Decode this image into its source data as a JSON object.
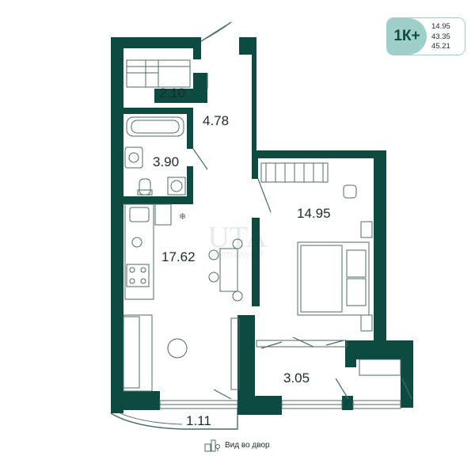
{
  "badge": {
    "type": "1К+",
    "areas": [
      "14.95",
      "43.35",
      "45.21"
    ]
  },
  "rooms": {
    "wardrobe": "2.10",
    "hall": "4.78",
    "bathroom": "3.90",
    "kitchen_living": "17.62",
    "bedroom": "14.95",
    "loggia": "3.05",
    "balcony": "1.11"
  },
  "watermark": {
    "logo": "UTA",
    "caption": "PORTO-INVEST"
  },
  "view_label": "Вид во двор",
  "colors": {
    "wall": "#0d4a42",
    "line": "#4d6b66",
    "badge_fill": "#9fcfcb",
    "text": "#1d2b29"
  }
}
